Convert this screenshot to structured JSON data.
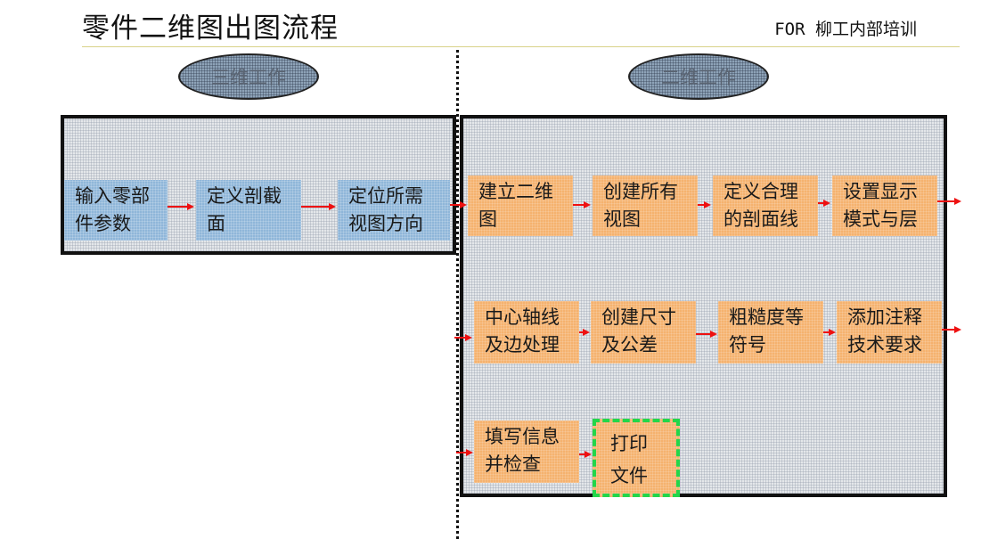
{
  "header": {
    "title": "零件二维图出图流程",
    "subtitle": "FOR 柳工内部培训"
  },
  "sections": {
    "three_d": "三维工作",
    "two_d": "二维工作"
  },
  "steps": {
    "s1": "输入零部\n件参数",
    "s2": "定义剖截\n面",
    "s3": "定位所需\n视图方向",
    "s4": "建立二维\n图",
    "s5": "创建所有\n视图",
    "s6": "定义合理\n的剖面线",
    "s7": "设置显示\n模式与层",
    "s8": "中心轴线\n及边处理",
    "s9": "创建尺寸\n及公差",
    "s10": "粗糙度等\n符号",
    "s11": "添加注释\n技术要求",
    "s12": "填写信息\n并检查",
    "s13": "打印\n文件"
  },
  "colors": {
    "three_d_box": "#8fb6d9",
    "two_d_box": "#f5b26e",
    "arrow": "#ee1111",
    "highlight_border": "#22d64a"
  }
}
